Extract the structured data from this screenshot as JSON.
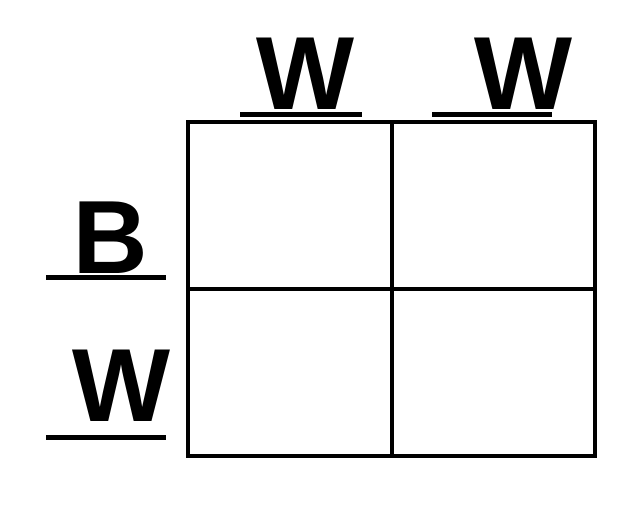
{
  "punnett": {
    "top_alleles": [
      "W",
      "W"
    ],
    "side_alleles": [
      "B",
      "W"
    ],
    "cells": [
      [
        "",
        ""
      ],
      [
        "",
        ""
      ]
    ]
  },
  "colors": {
    "ink": "#000000",
    "background": "#ffffff"
  }
}
